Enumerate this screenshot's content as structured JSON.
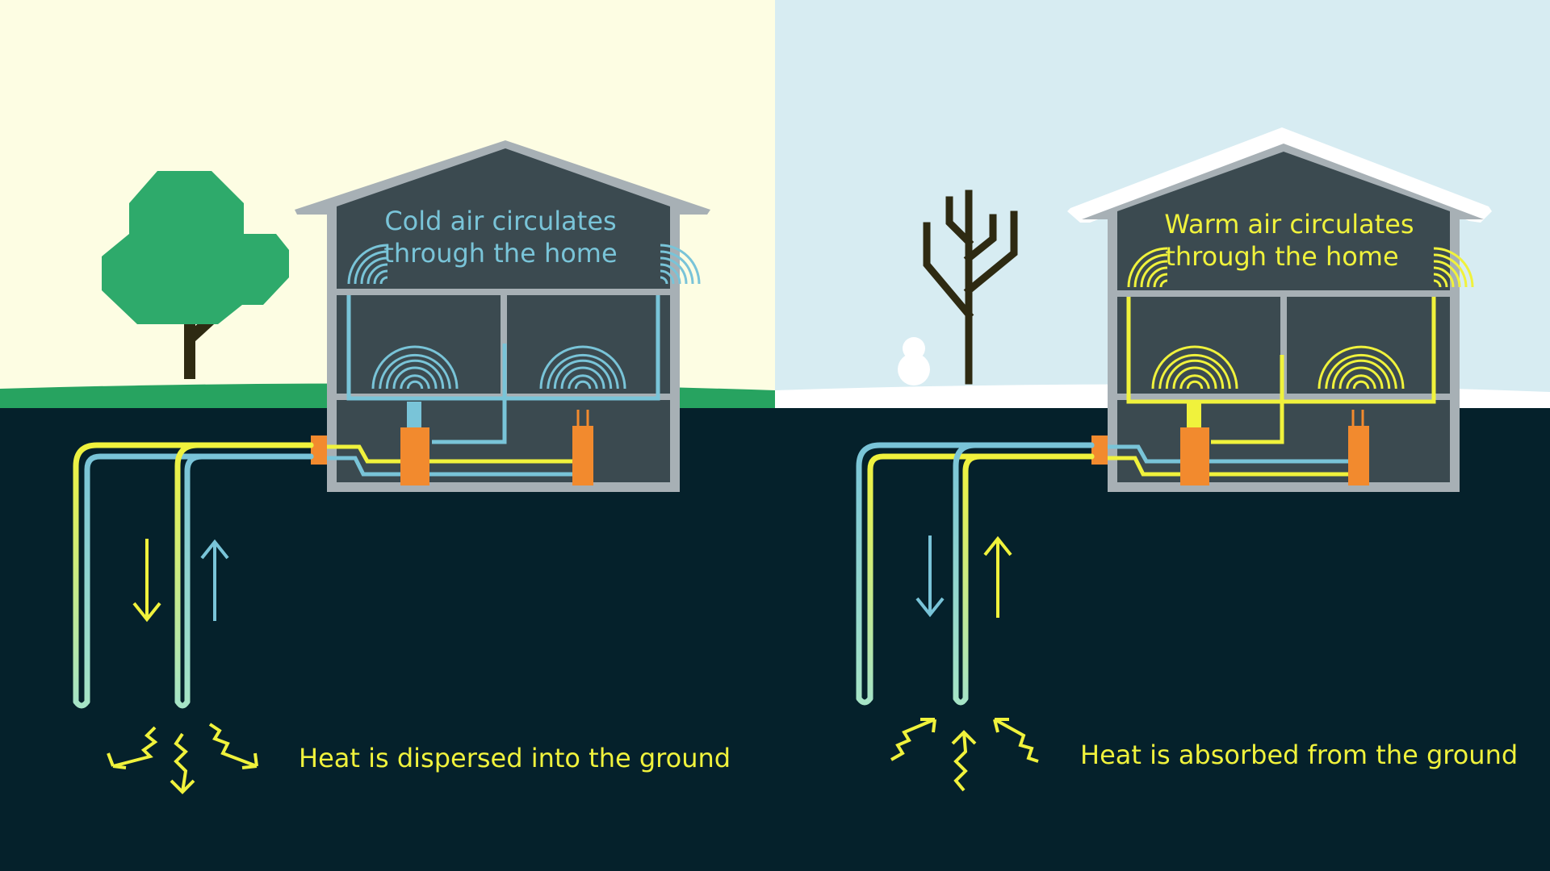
{
  "summer_panel": {
    "house_label_line1": "Cold air circulates",
    "house_label_line2": "through the home",
    "ground_caption": "Heat is dispersed into the ground"
  },
  "winter_panel": {
    "house_label_line1": "Warm air circulates",
    "house_label_line2": "through the home",
    "ground_caption": "Heat is absorbed from the ground"
  },
  "colors": {
    "summer_sky": "#fdfde3",
    "winter_sky": "#d7ecf2",
    "ground": "#05212b",
    "grass": "#27a360",
    "snow": "#ffffff",
    "house_wall": "#a7b0b5",
    "house_interior": "#3b4a50",
    "cold_pipe": "#79c4d8",
    "warm_pipe": "#f0f23c",
    "equipment": "#f28a2e",
    "tree_foliage": "#2eaa6b",
    "tree_trunk": "#2e2a12"
  }
}
